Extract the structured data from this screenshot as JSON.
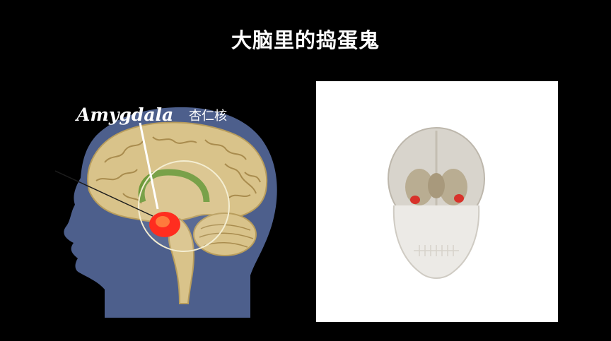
{
  "slide": {
    "title": "大脑里的捣蛋鬼",
    "labels": {
      "latin": "Amygdala",
      "chinese": "杏仁核"
    }
  },
  "colors": {
    "background": "#000000",
    "head": "#4d5f8c",
    "brain": "#d9c38a",
    "amygdala": "#ff2d1f",
    "panel": "#ffffff"
  }
}
